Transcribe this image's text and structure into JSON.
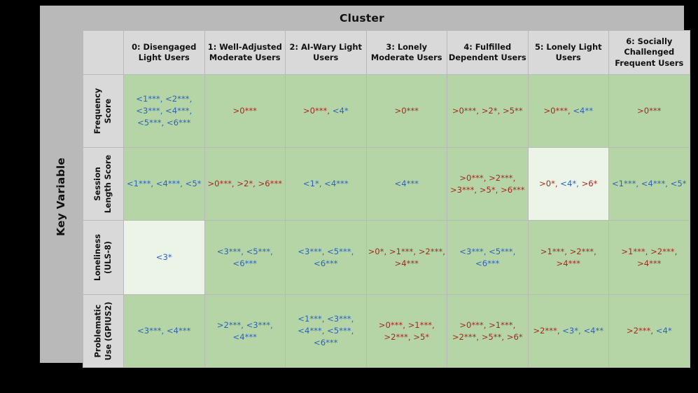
{
  "figure": {
    "top_title": "Cluster",
    "side_title": "Key Variable",
    "accent_greater": "#a42a20",
    "accent_less": "#2f62bd",
    "cell_bg": "#b5d5a7",
    "cell_bg_light": "#ecf4e8",
    "header_bg": "#d9d9d9",
    "band_bg": "#b9b9b9"
  },
  "columns": [
    "0: Disengaged Light Users",
    "1: Well-Adjusted Moderate Users",
    "2: AI-Wary Light Users",
    "3: Lonely Moderate Users",
    "4: Fulfilled Dependent Users",
    "5: Lonely Light Users",
    "6: Socially Challenged Frequent Users"
  ],
  "rows": [
    "Frequency Score",
    "Session Length Score",
    "Loneliness (ULS-8)",
    "Problematic Use (GPIUS2)"
  ],
  "cells": [
    [
      {
        "light": false,
        "parts": [
          {
            "t": "<1***,",
            "c": "lt"
          },
          {
            "t": "<2***,",
            "c": "lt"
          },
          {
            "t": "<3***,",
            "c": "lt"
          },
          {
            "t": "<4***,",
            "c": "lt"
          },
          {
            "t": "<5***,",
            "c": "lt"
          },
          {
            "t": "<6***",
            "c": "lt"
          }
        ]
      },
      {
        "light": false,
        "parts": [
          {
            "t": ">0***",
            "c": "gt"
          }
        ]
      },
      {
        "light": false,
        "parts": [
          {
            "t": ">0***,",
            "c": "gt"
          },
          {
            "t": "<4*",
            "c": "lt"
          }
        ]
      },
      {
        "light": false,
        "parts": [
          {
            "t": ">0***",
            "c": "gt"
          }
        ]
      },
      {
        "light": false,
        "parts": [
          {
            "t": ">0***,",
            "c": "gt"
          },
          {
            "t": ">2*,",
            "c": "gt"
          },
          {
            "t": ">5**",
            "c": "gt"
          }
        ]
      },
      {
        "light": false,
        "parts": [
          {
            "t": ">0***,",
            "c": "gt"
          },
          {
            "t": "<4**",
            "c": "lt"
          }
        ]
      },
      {
        "light": false,
        "parts": [
          {
            "t": ">0***",
            "c": "gt"
          }
        ]
      }
    ],
    [
      {
        "light": false,
        "parts": [
          {
            "t": "<1***,",
            "c": "lt"
          },
          {
            "t": "<4***,",
            "c": "lt"
          },
          {
            "t": "<5*",
            "c": "lt"
          }
        ]
      },
      {
        "light": false,
        "parts": [
          {
            "t": ">0***,",
            "c": "gt"
          },
          {
            "t": ">2*,",
            "c": "gt"
          },
          {
            "t": ">6***",
            "c": "gt"
          }
        ]
      },
      {
        "light": false,
        "parts": [
          {
            "t": "<1*,",
            "c": "lt"
          },
          {
            "t": "<4***",
            "c": "lt"
          }
        ]
      },
      {
        "light": false,
        "parts": [
          {
            "t": "<4***",
            "c": "lt"
          }
        ]
      },
      {
        "light": false,
        "parts": [
          {
            "t": ">0***,",
            "c": "gt"
          },
          {
            "t": ">2***,",
            "c": "gt"
          },
          {
            "t": ">3***,",
            "c": "gt"
          },
          {
            "t": ">5*,",
            "c": "gt"
          },
          {
            "t": ">6***",
            "c": "gt"
          }
        ]
      },
      {
        "light": true,
        "parts": [
          {
            "t": ">0*,",
            "c": "gt"
          },
          {
            "t": "<4*,",
            "c": "lt"
          },
          {
            "t": ">6*",
            "c": "gt"
          }
        ]
      },
      {
        "light": false,
        "parts": [
          {
            "t": "<1***,",
            "c": "lt"
          },
          {
            "t": "<4***,",
            "c": "lt"
          },
          {
            "t": "<5*",
            "c": "lt"
          }
        ]
      }
    ],
    [
      {
        "light": true,
        "parts": [
          {
            "t": "<3*",
            "c": "lt"
          }
        ]
      },
      {
        "light": false,
        "parts": [
          {
            "t": "<3***,",
            "c": "lt"
          },
          {
            "t": "<5***,",
            "c": "lt"
          },
          {
            "t": "<6***",
            "c": "lt"
          }
        ]
      },
      {
        "light": false,
        "parts": [
          {
            "t": "<3***,",
            "c": "lt"
          },
          {
            "t": "<5***,",
            "c": "lt"
          },
          {
            "t": "<6***",
            "c": "lt"
          }
        ]
      },
      {
        "light": false,
        "parts": [
          {
            "t": ">0*,",
            "c": "gt"
          },
          {
            "t": ">1***,",
            "c": "gt"
          },
          {
            "t": ">2***,",
            "c": "gt"
          },
          {
            "t": ">4***",
            "c": "gt"
          }
        ]
      },
      {
        "light": false,
        "parts": [
          {
            "t": "<3***,",
            "c": "lt"
          },
          {
            "t": "<5***,",
            "c": "lt"
          },
          {
            "t": "<6***",
            "c": "lt"
          }
        ]
      },
      {
        "light": false,
        "parts": [
          {
            "t": ">1***,",
            "c": "gt"
          },
          {
            "t": ">2***,",
            "c": "gt"
          },
          {
            "t": ">4***",
            "c": "gt"
          }
        ]
      },
      {
        "light": false,
        "parts": [
          {
            "t": ">1***,",
            "c": "gt"
          },
          {
            "t": ">2***,",
            "c": "gt"
          },
          {
            "t": ">4***",
            "c": "gt"
          }
        ]
      }
    ],
    [
      {
        "light": false,
        "parts": [
          {
            "t": "<3***,",
            "c": "lt"
          },
          {
            "t": "<4***",
            "c": "lt"
          }
        ]
      },
      {
        "light": false,
        "parts": [
          {
            "t": ">2***,",
            "c": "lt"
          },
          {
            "t": "<3***,",
            "c": "lt"
          },
          {
            "t": "<4***",
            "c": "lt"
          }
        ]
      },
      {
        "light": false,
        "parts": [
          {
            "t": "<1***,",
            "c": "lt"
          },
          {
            "t": "<3***,",
            "c": "lt"
          },
          {
            "t": "<4***,",
            "c": "lt"
          },
          {
            "t": "<5***,",
            "c": "lt"
          },
          {
            "t": "<6***",
            "c": "lt"
          }
        ]
      },
      {
        "light": false,
        "parts": [
          {
            "t": ">0***,",
            "c": "gt"
          },
          {
            "t": ">1***,",
            "c": "gt"
          },
          {
            "t": ">2***,",
            "c": "gt"
          },
          {
            "t": ">5*",
            "c": "gt"
          }
        ]
      },
      {
        "light": false,
        "parts": [
          {
            "t": ">0***,",
            "c": "gt"
          },
          {
            "t": ">1***,",
            "c": "gt"
          },
          {
            "t": ">2***,",
            "c": "gt"
          },
          {
            "t": ">5**,",
            "c": "gt"
          },
          {
            "t": ">6*",
            "c": "gt"
          }
        ]
      },
      {
        "light": false,
        "parts": [
          {
            "t": ">2***,",
            "c": "gt"
          },
          {
            "t": "<3*,",
            "c": "lt"
          },
          {
            "t": "<4**",
            "c": "lt"
          }
        ]
      },
      {
        "light": false,
        "parts": [
          {
            "t": ">2***,",
            "c": "gt"
          },
          {
            "t": "<4*",
            "c": "lt"
          }
        ]
      }
    ]
  ]
}
